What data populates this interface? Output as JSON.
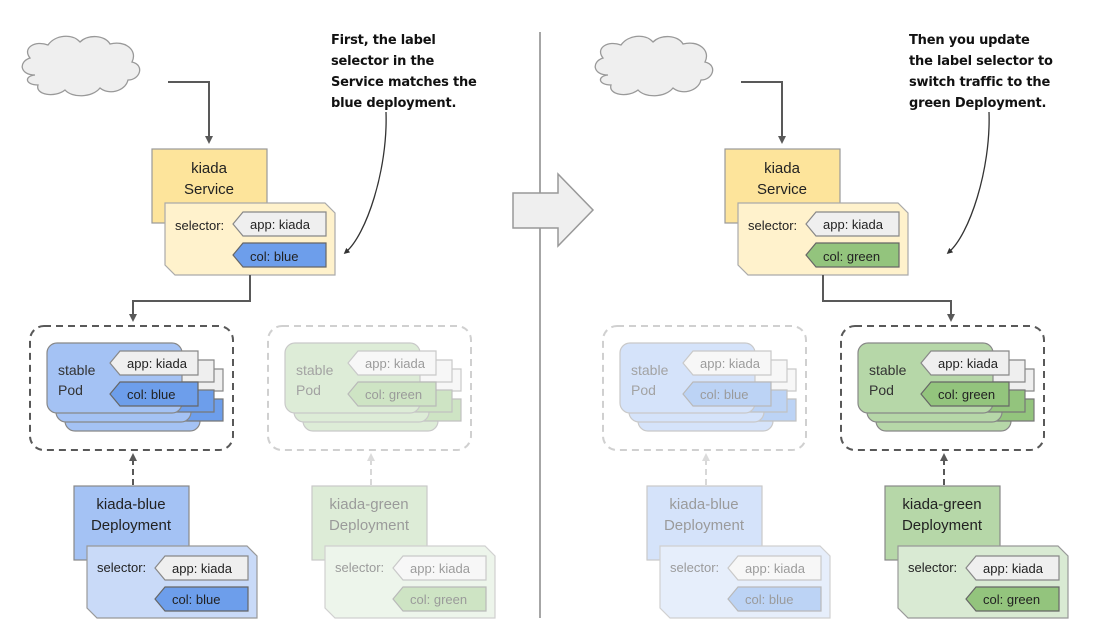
{
  "left": {
    "callout": "First, the label\nselector in the\nService matches the\nblue deployment.",
    "service": {
      "name": "kiada",
      "kind": "Service",
      "selector_label": "selector:",
      "labels": [
        "app: kiada",
        "col: blue"
      ]
    },
    "blue_pods": {
      "line1": "stable",
      "line2": "Pod",
      "labels": [
        "app: kiada",
        "col: blue"
      ],
      "active": true
    },
    "green_pods": {
      "line1": "stable",
      "line2": "Pod",
      "labels": [
        "app: kiada",
        "col: green"
      ],
      "active": false
    },
    "blue_deployment": {
      "name": "kiada-blue",
      "kind": "Deployment",
      "selector_label": "selector:",
      "labels": [
        "app: kiada",
        "col: blue"
      ],
      "active": true
    },
    "green_deployment": {
      "name": "kiada-green",
      "kind": "Deployment",
      "selector_label": "selector:",
      "labels": [
        "app: kiada",
        "col: green"
      ],
      "active": false
    }
  },
  "right": {
    "callout": "Then you update\nthe label selector to\nswitch traffic to the\ngreen Deployment.",
    "service": {
      "name": "kiada",
      "kind": "Service",
      "selector_label": "selector:",
      "labels": [
        "app: kiada",
        "col: green"
      ]
    },
    "blue_pods": {
      "line1": "stable",
      "line2": "Pod",
      "labels": [
        "app: kiada",
        "col: blue"
      ],
      "active": false
    },
    "green_pods": {
      "line1": "stable",
      "line2": "Pod",
      "labels": [
        "app: kiada",
        "col: green"
      ],
      "active": true
    },
    "blue_deployment": {
      "name": "kiada-blue",
      "kind": "Deployment",
      "selector_label": "selector:",
      "labels": [
        "app: kiada",
        "col: blue"
      ],
      "active": false
    },
    "green_deployment": {
      "name": "kiada-green",
      "kind": "Deployment",
      "selector_label": "selector:",
      "labels": [
        "app: kiada",
        "col: green"
      ],
      "active": true
    }
  },
  "colors": {
    "service_fill": "#fde49b",
    "service_selector_fill": "#fff2cc",
    "blue_pod": "#a4c2f4",
    "blue_tag": "#6d9eeb",
    "blue_selector": "#c9daf8",
    "green_pod": "#b6d7a8",
    "green_tag": "#93c47d",
    "green_selector": "#d9ead3",
    "neutral_tag": "#efefef",
    "line": "#595959"
  }
}
